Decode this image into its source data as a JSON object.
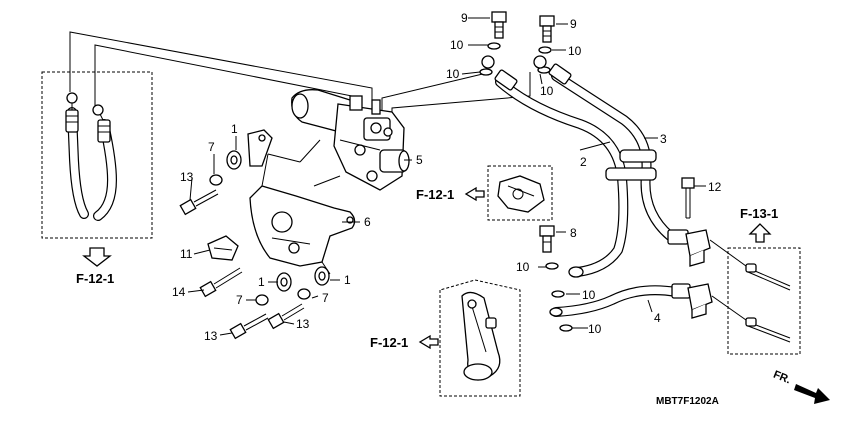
{
  "callouts": {
    "n1a": "1",
    "n1b": "1",
    "n1c": "1",
    "n2": "2",
    "n3": "3",
    "n4": "4",
    "n5": "5",
    "n6": "6",
    "n7a": "7",
    "n7b": "7",
    "n7c": "7",
    "n8": "8",
    "n9a": "9",
    "n9b": "9",
    "n10a": "10",
    "n10b": "10",
    "n10c": "10",
    "n10d": "10",
    "n10e": "10",
    "n10f": "10",
    "n10g": "10",
    "n11": "11",
    "n12": "12",
    "n13a": "13",
    "n13b": "13",
    "n13c": "13",
    "n14": "14"
  },
  "references": {
    "ref_left": "F-12-1",
    "ref_top_center": "F-12-1",
    "ref_bottom_center": "F-12-1",
    "ref_right": "F-13-1"
  },
  "direction_label": "FR.",
  "diagram_code": "MBT7F1202A"
}
